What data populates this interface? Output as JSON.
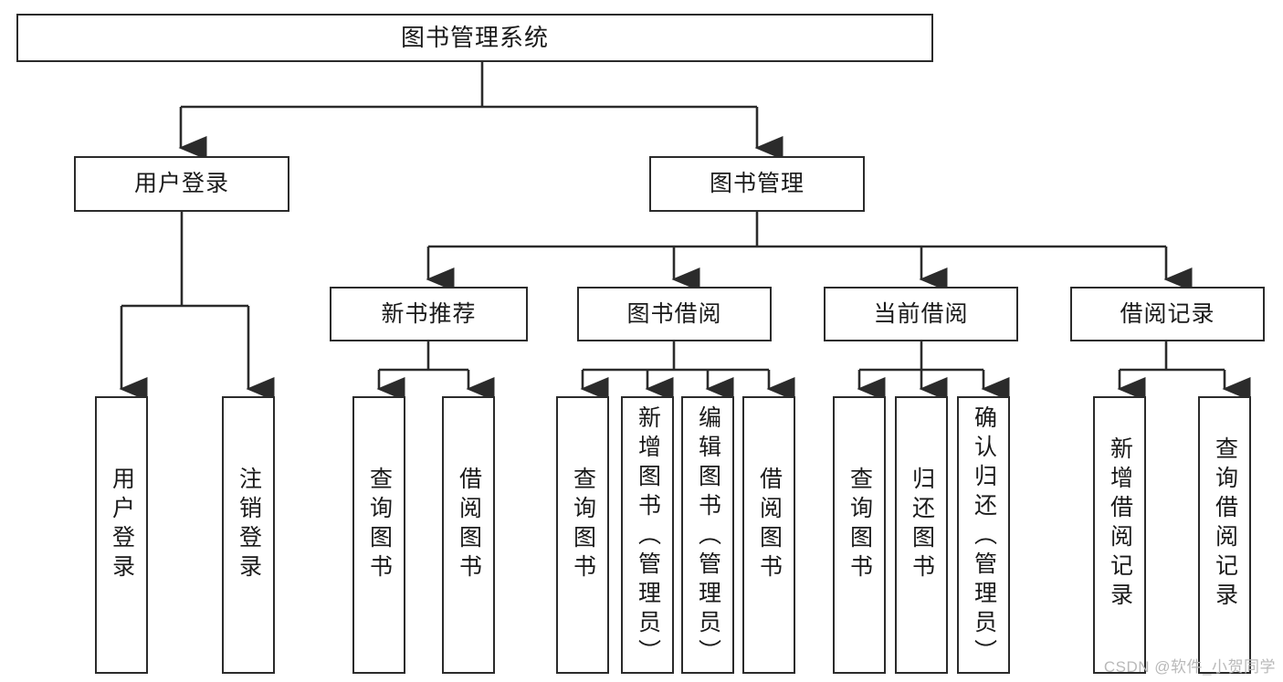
{
  "diagram": {
    "type": "tree",
    "title": "图书管理系统",
    "watermark": "CSDN @软件_小贺同学",
    "colors": {
      "box_border": "#2b2b2b",
      "box_fill": "#ffffff",
      "connector": "#2b2b2b",
      "text": "#1a1a1a",
      "watermark": "#b9b9b9"
    },
    "nodes": {
      "root": {
        "label": "图书管理系统"
      },
      "level2": [
        {
          "label": "用户登录"
        },
        {
          "label": "图书管理"
        }
      ],
      "level3": [
        {
          "label": "新书推荐"
        },
        {
          "label": "图书借阅"
        },
        {
          "label": "当前借阅"
        },
        {
          "label": "借阅记录"
        }
      ],
      "leaves": {
        "user_login": [
          {
            "label": "用户登录"
          },
          {
            "label": "注销登录"
          }
        ],
        "new_book_recommend": [
          {
            "label": "查询图书"
          },
          {
            "label": "借阅图书"
          }
        ],
        "book_borrow": [
          {
            "label": "查询图书"
          },
          {
            "label": "新增图书（管理员）"
          },
          {
            "label": "编辑图书（管理员）"
          },
          {
            "label": "借阅图书"
          }
        ],
        "current_borrow": [
          {
            "label": "查询图书"
          },
          {
            "label": "归还图书"
          },
          {
            "label": "确认归还（管理员）"
          }
        ],
        "borrow_records": [
          {
            "label": "新增借阅记录"
          },
          {
            "label": "查询借阅记录"
          }
        ]
      }
    }
  }
}
